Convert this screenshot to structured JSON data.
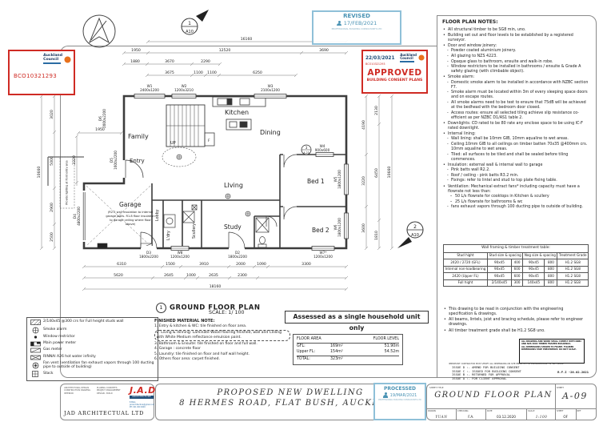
{
  "stamps": {
    "bco_ref": "BCO10321293",
    "council_line1": "Auckland",
    "council_line2": "Council",
    "revised": {
      "title": "REVISED",
      "date": "17/FEB/2021",
      "org": "PROFESSIONAL BUILDING CONSULTANTS LTD"
    },
    "approved": {
      "date": "22/03/2021",
      "ref": "BCO10321293",
      "word": "APPROVED",
      "subtitle": "BUILDING CONSENT PLANS"
    },
    "processed": {
      "title": "PROCESSED",
      "date": "19/MAR/2021",
      "org": "PROFESSIONAL BUILDING CONSULTANTS LTD"
    }
  },
  "notes": {
    "title": "FLOOR PLAN NOTES:",
    "items": [
      {
        "t": "All structural timber to be SG8 min, uno."
      },
      {
        "t": "Building set out and floor levels to be established by a registered surveyor."
      },
      {
        "t": "Door and window joinery:"
      },
      {
        "t": "Powder coated aluminium joinery."
      },
      {
        "t": "All glazing to NZS 4223."
      },
      {
        "t": "Opaque glass to bathroom, ensuite and walk-in robe."
      },
      {
        "t": "Window restrictors to be installed in bathrooms / ensuite & Grade A safety glazing (with climbable object)."
      },
      {
        "t": "Smoke alarm:"
      },
      {
        "t": "Domestic smoke alarm to be installed in accordance with NZBC section F7."
      },
      {
        "t": "Smoke alarm must be located within 3m of every sleeping space doors and on escape routes."
      },
      {
        "t": "All smoke alarms need to be test to ensure that 75dB will be achieved at the bedhead with the bedroom door closed."
      },
      {
        "t": "Access routes: ensure all selected tiling achieve slip resistance co-efficient as per NZBC D1/AS1 table 2."
      },
      {
        "t": "Downlights: CD rated to be 80 rate any enclose space to be using IC-F rated downlight."
      },
      {
        "t": "Internal lining:"
      },
      {
        "t": "Wall lining: shall be 10mm GIB, 10mm aqualine to wet areas."
      },
      {
        "t": "Ceiling:10mm GIB to all ceilings on timber batten 70x35 @400mm crs. 10mm aqualine to wet areas."
      },
      {
        "t": "Tiled: all surfaces to be tiled and shall be sealed before tiling commences."
      },
      {
        "t": "Insulation: external wall & internal wall to garage"
      },
      {
        "t": "Pink batts wall R2.2."
      },
      {
        "t": "Roof / ceiling - pink batts R3.2 min."
      },
      {
        "t": "Fixings: refer to lintel and stud to top plate fixing table."
      },
      {
        "t": "Ventilation: Mechanical extract fans* including capacity must have a flowrate not less than:"
      },
      {
        "t": "50 L/s flowrate for cooktops in Kitchen & scullery"
      },
      {
        "t": "25 L/s flowrate for bathrooms & wc"
      },
      {
        "t": "fans exhaust vapors through 100 ducting pipe to outside of building."
      }
    ]
  },
  "wall_table": {
    "title": "Wall framing & timber treatment table:",
    "col_stud_hight": "Stud hight",
    "col_stud": "Stud size & spacing",
    "col_nog": "Nog size & spacing",
    "col_treat": "Treatment Grade",
    "rows": [
      [
        "2420 / 2720 (GFL)",
        "90x45",
        "400",
        "90x45",
        "800",
        "H1.2 SG8"
      ],
      [
        "Internal non-loadbearing",
        "90x45",
        "600",
        "90x45",
        "800",
        "H1.2 SG8"
      ],
      [
        "2420 (Upper FL)",
        "90x45",
        "600",
        "90x45",
        "800",
        "H1.2 SG8"
      ],
      [
        "Full hight",
        "2/140x45",
        "300",
        "140x45",
        "800",
        "H1.2 SG8"
      ]
    ]
  },
  "notes_footer": [
    "This drawing to be read in conjunction with the engineering specification & drawings.",
    "All beams, lintels, joist and bracing schedule, please refer to engineer drawings.",
    "All timber treatment grade shall be H1.2 SG8 uno."
  ],
  "fine_print": {
    "box_lines": [
      "ALL DRAWING AND WORK SHALL COMPLY WITH NZBC AND NZS 3604 TIMBER FRAMED BUILDINGS.",
      "ALL DIMENSIONS SHOWN TO FRAME. FIGURED DIMENSIONS TAKE PRECEDENCE. DO NOT SCALE."
    ],
    "site_note": "IMPORTANT: CONTRACTOR MUST VERIFY ALL DIMENSIONS ON SITE PRIOR TO THE COMMENCEMENT OF ANY WORK"
  },
  "issues": {
    "lines": [
      "ISSUE D :- AMEND FOR BUILDING CONSENT",
      "ISSUE C :- ISSUED FOR BUILDING CONSENT",
      "ISSUE B :- RETURNED FOR APPROVAL",
      "ISSUE A :- FOR CLIENT APPROVAL"
    ],
    "rfi": "R.F.I -26.02.2021"
  },
  "legend": {
    "items": [
      {
        "icon": "hatch-symbol",
        "label": "2/140x45 @300 crs for Full height studs wall"
      },
      {
        "icon": "smoke-alarm-symbol",
        "label": "Smoke alarm"
      },
      {
        "icon": "window-restrictor-symbol",
        "label": "Window restrictor"
      },
      {
        "icon": "power-meter-symbol",
        "label": "Main power meter"
      },
      {
        "icon": "gas-meter-symbol",
        "label": "Gas meter"
      },
      {
        "icon": "hot-water-symbol",
        "label": "RINNAI A26 hot water infinity"
      },
      {
        "icon": "fan-vent-symbol",
        "label": "Fan vent (ventilation fan exhaust vapors through 100 ducting pipe to outside of building)"
      },
      {
        "icon": "stack-symbol",
        "label": "Stack"
      }
    ]
  },
  "material_note": {
    "title": "FINISHED MATERIAL NOTE:",
    "items": [
      "1. Entry & kitchen & WC: tile finished on floor area.",
      "2. Living & dinning: Laminate Wood flooring finished, wall and Ceiling with White Medium reflectance emulsion paint.",
      "3. Bathroom & Ensuite: tile finished on floor and full wall.",
      "4. Garage : concrete floor",
      "5. Laundry: tile finished on floor and half wall height.",
      "6. Others floor area: carpet finished."
    ]
  },
  "plan_title": {
    "num": "1",
    "label": "GROUND FLOOR PLAN",
    "scale": "SCALE: 1/ 100"
  },
  "assessment": "Assessed as a single household unit only",
  "floor_area": {
    "col1": "FLOOR AREA",
    "col2": "FLOOR LEVEL",
    "rows": [
      [
        "GFL:",
        "169m²",
        "51.90m"
      ],
      [
        "Upper FL:",
        "154m²",
        "54.52m"
      ],
      [
        "TOTAL:",
        "323m²",
        ""
      ]
    ]
  },
  "titleblock": {
    "company": {
      "name": "JAD ARCHITECTUAL LTD",
      "logo": "J.A.D",
      "logo_sub": "ARCHITECTURE",
      "services_a": [
        "ARCHITECTURAL DESIGN",
        "CONSTRUCTION DRAWING",
        "INTERIOR"
      ],
      "services_b": [
        "PLANING CONCEPTS",
        "PROJECT MANAGEMENT",
        "DESIGN - BUILD"
      ],
      "contact": [
        "E-MAIL: jad.architecture@gmail.com",
        "PH: 021 000 0000"
      ]
    },
    "project": {
      "line1": "PROPOSED NEW DWELLING",
      "line2": "8 HERMES ROAD, FLAT BUSH, AUCKLAND"
    },
    "sheet": {
      "label": "SHEET TITLE",
      "title": "GROUND FLOOR PLAN",
      "sheet_label": "SHEET",
      "number": "A-09",
      "fields": [
        {
          "label": "DRAWN",
          "value": "YUAN"
        },
        {
          "label": "CHECKING",
          "value": "F.A."
        },
        {
          "label": "DATE",
          "value": "03.12.2020"
        },
        {
          "label": "SCALE",
          "value": "1:100"
        },
        {
          "label": "SHEET",
          "value": "OF"
        },
        {
          "label": "REF",
          "value": ""
        }
      ]
    }
  },
  "plan": {
    "rooms": {
      "family": "Family",
      "kitchen": "Kitchen",
      "dining": "Dining",
      "entry": "Entry",
      "living": "LIving",
      "bed1": "Bed 1",
      "bed2": "Bed 2",
      "study": "Study",
      "garage": "Garage",
      "ldry": "L'dry",
      "scullery": "Scullery",
      "lobby": "Lobby"
    },
    "tags": {
      "w1": {
        "id": "W1",
        "size": "2400x1200"
      },
      "w2": {
        "id": "W2",
        "size": "1200x3210"
      },
      "w3": {
        "id": "W3",
        "size": "2100x1200"
      },
      "w4": {
        "id": "W4",
        "size": "900x600"
      },
      "w5": {
        "id": "W5",
        "size": "1800x1200"
      },
      "w6": {
        "id": "W6",
        "size": "1800x1200"
      },
      "w7": {
        "id": "W7*",
        "size": "1200x1200"
      },
      "w8": {
        "id": "W8",
        "size": "1200x1200"
      },
      "d2": {
        "id": "D2",
        "size": "1800x2200"
      },
      "d3": {
        "id": "D3",
        "size": "1800x2200"
      },
      "d4": {
        "id": "D4",
        "size": "4800x2200"
      },
      "d5": {
        "id": "D5",
        "size": "1600x2200"
      },
      "d6": {
        "id": "D6",
        "size": "2000x2200"
      }
    },
    "dims": {
      "t1": "16160",
      "t2": [
        "1950",
        "12520",
        "3690"
      ],
      "t3": [
        "1880",
        "3670",
        "2290"
      ],
      "t4": [
        "3675",
        "1100",
        "1100",
        "6250"
      ],
      "right": [
        "4190",
        "3220",
        "3600",
        "2130",
        "6450",
        "1810",
        "10660"
      ],
      "left": [
        "3020",
        "5000",
        "2900",
        "2500",
        "10660"
      ],
      "b1": [
        "6310",
        "1500",
        "3910",
        "2000",
        "1090",
        "3300"
      ],
      "b2": [
        "5620",
        "2645",
        "1000",
        "2635",
        "2300"
      ],
      "b3": "18160",
      "porch_w": "1950",
      "porch_h": "2220"
    },
    "misc": {
      "up": "UP",
      "fridge": "F",
      "entry_note": "Provide lighting at front entry area",
      "garage_note": [
        "(R2.2 wall insulation to internal",
        "garage walls. R1.8 floor insulation",
        "to garage ceiling where floor",
        "above)"
      ]
    },
    "markers": {
      "m1": {
        "n": "1",
        "s": "A10"
      },
      "m2": {
        "n": "2",
        "s": "A10"
      },
      "m3": {
        "n": "3",
        "s": "A-23"
      }
    }
  }
}
